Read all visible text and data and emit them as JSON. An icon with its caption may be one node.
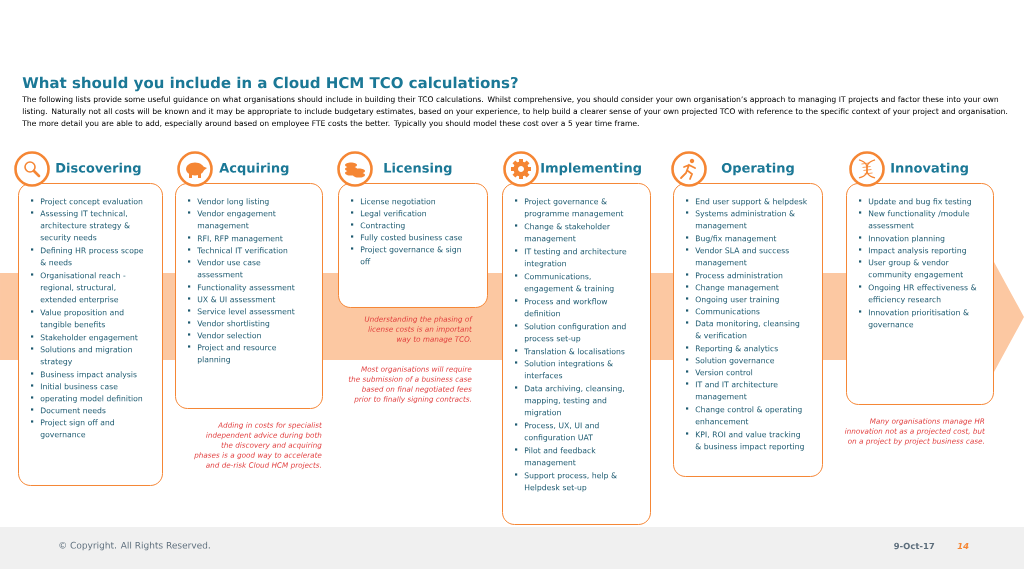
{
  "diagram": {
    "title": "What should you include in a Cloud HCM TCO calculations?",
    "nodes": [
      {
        "text": [
          "Discovering",
          "Project concept evaluation",
          "Assessing IT technical, architecture strategy & security needs",
          "Defining HR process scope & needs",
          "Organisational reach - regional, structural, extended enterprise",
          "Value proposition and tangible benefits",
          "Stakeholder engagement",
          "Solutions and migration strategy",
          "Business impact analysis",
          "Initial business case",
          "operating model definition",
          "Document needs",
          "Project sign off and governance"
        ]
      },
      {
        "text": [
          "Acquiring",
          "Vendor long listing",
          "Vendor engagement management",
          "RFI, RFP management",
          "Technical IT verification",
          "Vendor use case assessment",
          "Functionality assessment",
          "UX & UI assessment",
          "Service level assessment",
          "Vendor shortlisting",
          "Vendor selection",
          "Project and resource planning"
        ]
      },
      {
        "text": [
          "Licensing",
          "License negotiation",
          "Legal verification",
          "Contracting",
          "Fully costed business case",
          "Project governance & sign off"
        ]
      },
      {
        "text": [
          "Implementing",
          "Project governance & programme management",
          "Change & stakeholder management",
          "IT testing and architecture integration",
          "Communications, engagement & training",
          "Process and workflow definition",
          "Solution configuration and process set-up",
          "Translation & localisations",
          "Solution integrations & interfaces",
          "Data archiving, cleansing, mapping, testing and migration",
          "Process, UX, UI and configuration UAT",
          "Pilot and feedback management",
          "Support process, help & Helpdesk set-up"
        ]
      },
      {
        "text": [
          "Operating",
          "End user support & helpdesk",
          "Systems administration & management",
          "Bug/fix management",
          "Vendor SLA and success management",
          "Process administration",
          "Change management",
          "Ongoing user training",
          "Communications",
          "Data monitoring, cleansing & verification",
          "Reporting & analytics",
          "Solution governance",
          "Version control",
          "IT and IT architecture management",
          "Change control & operating enhancement",
          "KPI, ROI and value tracking & business impact reporting"
        ]
      },
      {
        "text": [
          "Innovating",
          "Update and bug fix testing",
          "New functionality /module assessment",
          "Innovation planning",
          "Impact analysis reporting",
          "User group & vendor community engagement",
          "Ongoing HR effectiveness & efficiency research",
          "Innovation prioritisation & governance"
        ]
      }
    ],
    "labels": [
      "The following lists provide some useful guidance on what organisations should include in building their TCO calculations. Whilst comprehensive, you should consider your own organisation’s approach to managing IT projects and factor these into your own listing. Naturally not all costs will be known and it may be appropriate to include budgetary estimates, based on your experience, to help build a clearer sense of your own projected TCO with reference to the specific context of your project and organisation. The more detail you are able to add, especially around based on employee FTE costs the better. Typically you should model these cost over a 5 year time frame.",
      "Understanding the phasing of license costs is an important way to manage TCO.",
      "Most organisations will require the submission of a business case based on final negotiated fees prior to finally signing contracts.",
      "Many organisations manage HR innovation not as a projected cost, but on a project by project business case.",
      "Adding in costs for specialist independent advice during both the discovery and acquiring phases is a good way to accelerate and de-risk Cloud HCM projects.",
      "© Copyright. All Rights Reserved.",
      "9-Oct-17",
      "14"
    ]
  }
}
